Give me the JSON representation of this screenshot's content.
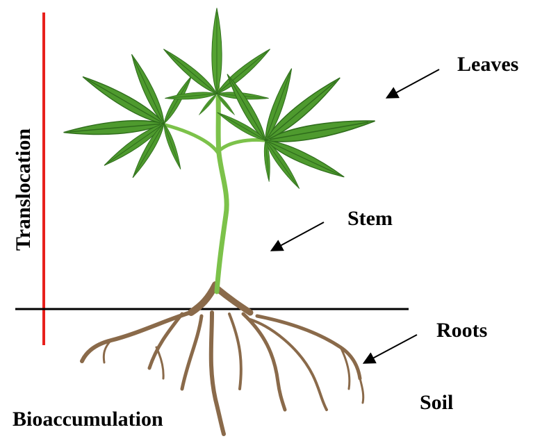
{
  "labels": {
    "leaves": "Leaves",
    "stem": "Stem",
    "roots": "Roots",
    "soil": "Soil",
    "bioaccumulation": "Bioaccumulation",
    "translocation": "Translocation"
  },
  "colors": {
    "translocation_bar": "#e8201c",
    "soil_line": "#000000",
    "leaf": "#4e9a2e",
    "leaf_dark": "#2f6d1c",
    "stem": "#7cc24a",
    "root": "#8a6a4a"
  },
  "icons": {
    "plant": "cannabis-plant-illustration",
    "arrows": "arrow-pointer-icon"
  }
}
